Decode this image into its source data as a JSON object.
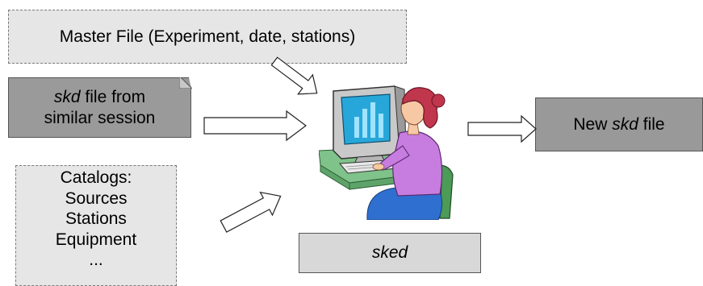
{
  "master_file": {
    "label": "Master File (Experiment, date, stations)"
  },
  "skd_prev": {
    "italic": "skd",
    "rest_line1": " file from",
    "line2": "similar session"
  },
  "catalogs": {
    "lines": [
      "Catalogs:",
      "Sources",
      "Stations",
      "Equipment",
      "..."
    ]
  },
  "new_skd": {
    "prefix": "New ",
    "italic": "skd",
    "suffix": " file"
  },
  "sked": {
    "label": "sked"
  },
  "icons": {
    "user": "person-at-computer-icon"
  },
  "colors": {
    "box_light": "#e6e6e6",
    "box_dark": "#999999",
    "sked_box": "#d8d8d8",
    "shirt": "#c77de0",
    "hair": "#c0364c",
    "screen": "#27a7d9",
    "desk": "#7fc28a",
    "chair": "#4c9b56"
  }
}
